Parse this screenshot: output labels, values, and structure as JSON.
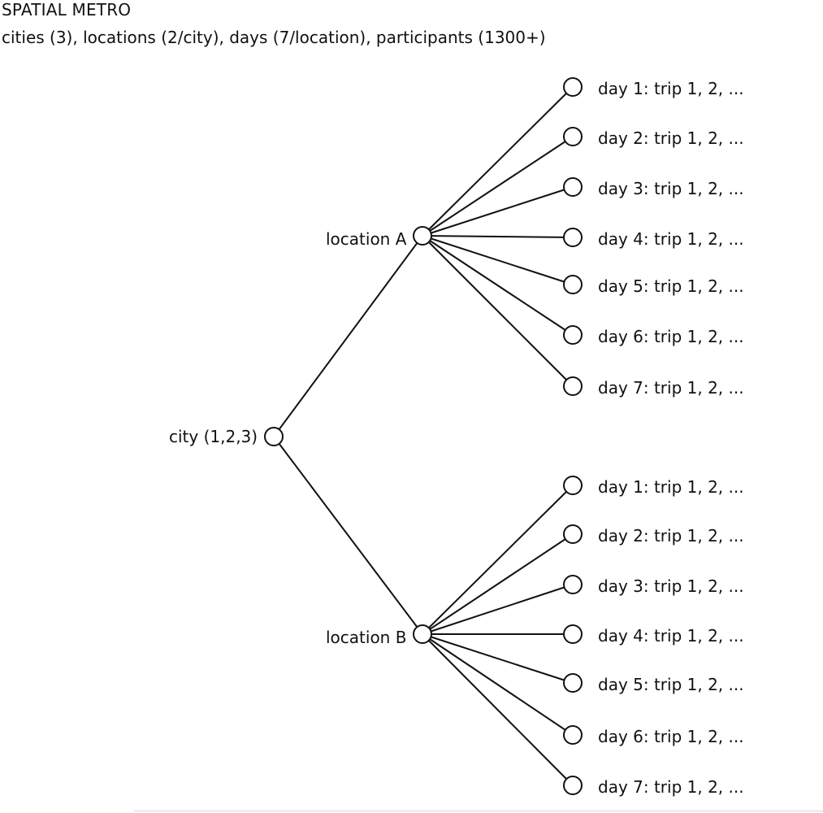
{
  "header": {
    "title": "SPATIAL METRO",
    "subtitle": "cities (3), locations (2/city), days (7/location), participants (1300+)"
  },
  "tree": {
    "root": {
      "label": "city (1,2,3)"
    },
    "locations": [
      {
        "label": "location A",
        "days": [
          "day 1: trip 1, 2, ...",
          "day 2: trip 1, 2, ...",
          "day 3: trip 1, 2, ...",
          "day 4: trip 1, 2, ...",
          "day 5: trip 1, 2, ...",
          "day 6: trip 1, 2, ...",
          "day 7: trip 1, 2, ..."
        ]
      },
      {
        "label": "location B",
        "days": [
          "day 1: trip 1, 2, ...",
          "day 2: trip 1, 2, ...",
          "day 3: trip 1, 2, ...",
          "day 4: trip 1, 2, ...",
          "day 5: trip 1, 2, ...",
          "day 6: trip 1, 2, ...",
          "day 7: trip 1, 2, ..."
        ]
      }
    ]
  }
}
